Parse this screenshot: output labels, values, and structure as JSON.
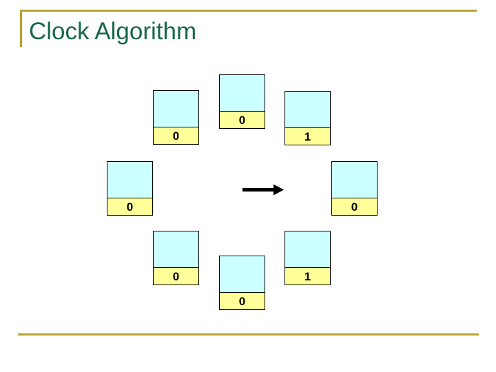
{
  "slide": {
    "title": "Clock Algorithm",
    "colors": {
      "title_green": "#17684B",
      "gold": "#B7A031",
      "frame_cyan": "#CCFFFF",
      "bit_yellow": "#FFFF99"
    }
  },
  "diagram": {
    "type": "clock-page-replacement",
    "arrow": {
      "direction": "right"
    },
    "frames": [
      {
        "position": "top",
        "use_bit": "0"
      },
      {
        "position": "top-right",
        "use_bit": "1"
      },
      {
        "position": "right",
        "use_bit": "0"
      },
      {
        "position": "bottom-right",
        "use_bit": "1"
      },
      {
        "position": "bottom",
        "use_bit": "0"
      },
      {
        "position": "bottom-left",
        "use_bit": "0"
      },
      {
        "position": "left",
        "use_bit": "0"
      },
      {
        "position": "top-left",
        "use_bit": "0"
      }
    ]
  }
}
